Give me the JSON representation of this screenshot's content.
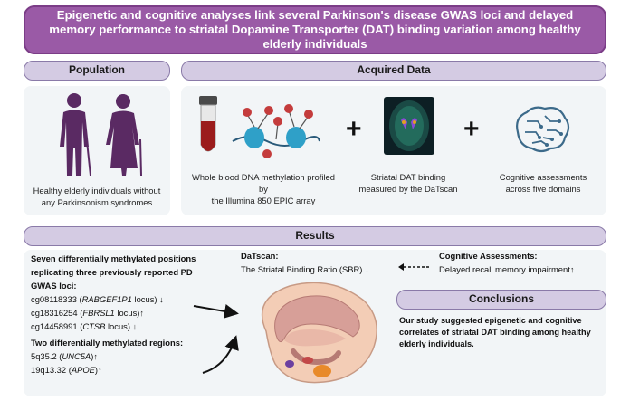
{
  "header": {
    "title": "Epigenetic and cognitive analyses link several Parkinson's disease GWAS loci and delayed memory performance to striatal Dopamine Transporter (DAT) binding variation among healthy elderly individuals"
  },
  "population": {
    "label": "Population",
    "caption_line1": "Healthy elderly individuals without",
    "caption_line2": "any Parkinsonism syndromes"
  },
  "acquired": {
    "label": "Acquired Data",
    "plus": "+",
    "items": [
      {
        "line1": "Whole blood DNA methylation profiled by",
        "line2": "the Illumina 850 EPIC array"
      },
      {
        "line1": "Striatal DAT binding",
        "line2": "measured by the DaTscan"
      },
      {
        "line1": "Cognitive assessments",
        "line2": "across five domains"
      }
    ]
  },
  "results": {
    "label": "Results",
    "dmp_heading_1": "Seven differentially methylated positions",
    "dmp_heading_2": "replicating three previously reported PD",
    "dmp_heading_3": "GWAS loci:",
    "loci": [
      {
        "probe": "cg08118333 (",
        "gene": "RABGEF1P1",
        "suffix": " locus)",
        "arrow": "↓"
      },
      {
        "probe": "cg18316254 (",
        "gene": "FBRSL1",
        "suffix": " locus)",
        "arrow": "↑"
      },
      {
        "probe": "cg14458991 (",
        "gene": "CTSB",
        "suffix": " locus)",
        "arrow": "↓"
      }
    ],
    "dmr_heading": "Two differentially methylated regions:",
    "regions": [
      {
        "pos": "5q35.2 (",
        "gene": "UNC5A",
        "suffix": ")",
        "arrow": "↑"
      },
      {
        "pos": "19q13.32 (",
        "gene": "APOE",
        "suffix": ")",
        "arrow": "↑"
      }
    ],
    "datscan_heading": "DaTscan:",
    "datscan_text": "The Striatal Binding Ratio (SBR)",
    "datscan_arrow": "↓",
    "cog_heading": "Cognitive Assessments:",
    "cog_text": "Delayed recall memory impairment",
    "cog_arrow": "↑"
  },
  "conclusions": {
    "label": "Conclusions",
    "line1": "Our study suggested epigenetic and cognitive",
    "line2": "correlates of striatal DAT binding among healthy",
    "line3": "elderly individuals."
  },
  "colors": {
    "header": "#9a5aa6",
    "pill": "#d4cbe3",
    "panel": "#f2f5f7",
    "brain": "#f3cdb6",
    "striatum": "#d79f98",
    "tube_blood": "#9b1c1c"
  }
}
